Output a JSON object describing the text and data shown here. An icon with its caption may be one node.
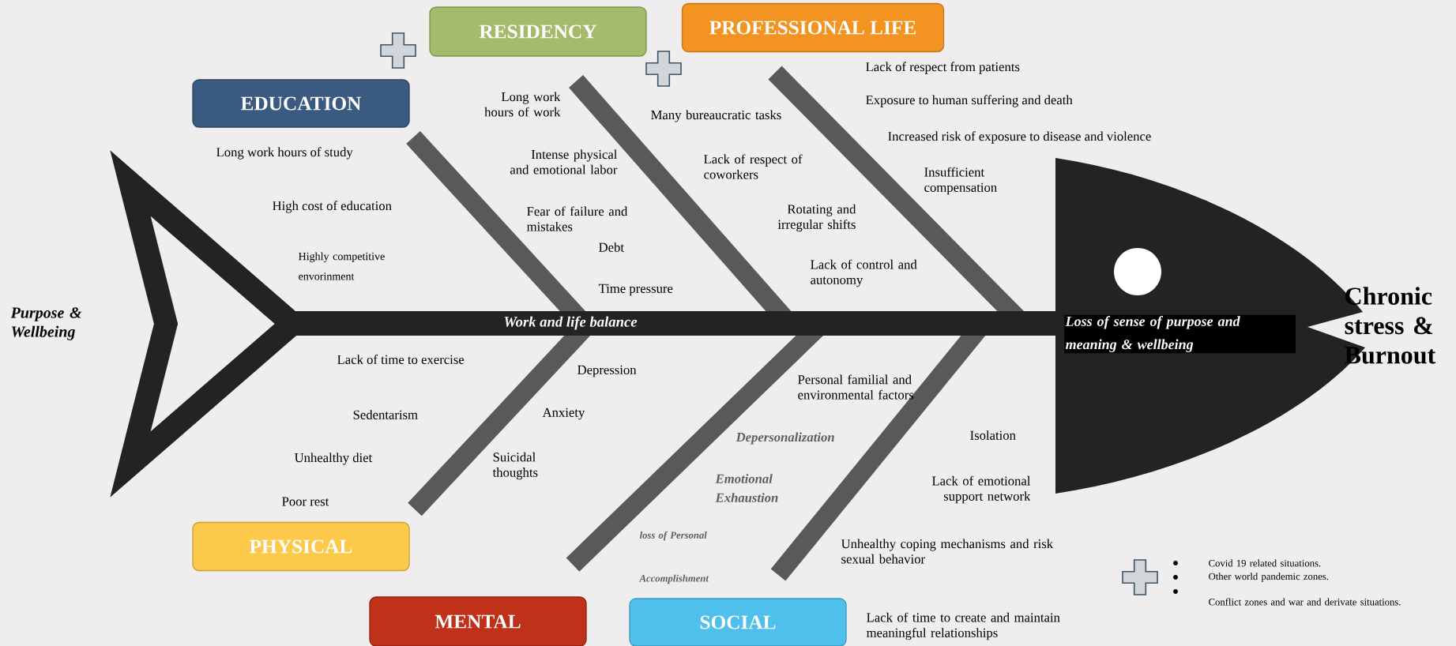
{
  "diagram": {
    "nodes": [
      {
        "text": [
          "EDUCATION"
        ]
      },
      {
        "text": [
          "RESIDENCY"
        ]
      },
      {
        "text": [
          "PROFESSIONAL LIFE"
        ]
      },
      {
        "text": [
          "PHYSICAL"
        ]
      },
      {
        "text": [
          "MENTAL"
        ]
      },
      {
        "text": [
          "SOCIAL"
        ]
      }
    ],
    "labels": [
      "Purpose & Wellbeing",
      "Long work hours of study",
      "High cost of education",
      "Highly competitive envorinment",
      "Long work hours of work",
      "Intense physical and emotional labor",
      "Fear of failure and mistakes",
      "Debt",
      "Time pressure",
      "Many bureaucratic tasks",
      "Lack of respect of coworkers",
      "Rotating and irregular shifts",
      "Lack of control and autonomy",
      "Lack of respect from patients",
      "Exposure to human suffering and death",
      "Increased risk of exposure to disease and violence",
      "Insufficient compensation",
      "Work and life balance",
      "Loss of sense of purpose and meaning & wellbeing",
      "Chronic stress & Burnout",
      "Lack of time to exercise",
      "Sedentarism",
      "Unhealthy diet",
      "Poor rest",
      "Depression",
      "Anxiety",
      "Suicidal thoughts",
      "Personal familial and environmental factors",
      "Depersonalization",
      "Emotional Exhaustion",
      "loss of Personal Accomplishment",
      "Isolation",
      "Lack of emotional support network",
      "Unhealthy coping mechanisms and risk sexual behavior",
      "Lack of time to create and maintain meaningful relationships",
      "Covid 19 related situations.",
      "Other world pandemic zones.",
      "Conflict zones and war and derivate situations."
    ]
  }
}
